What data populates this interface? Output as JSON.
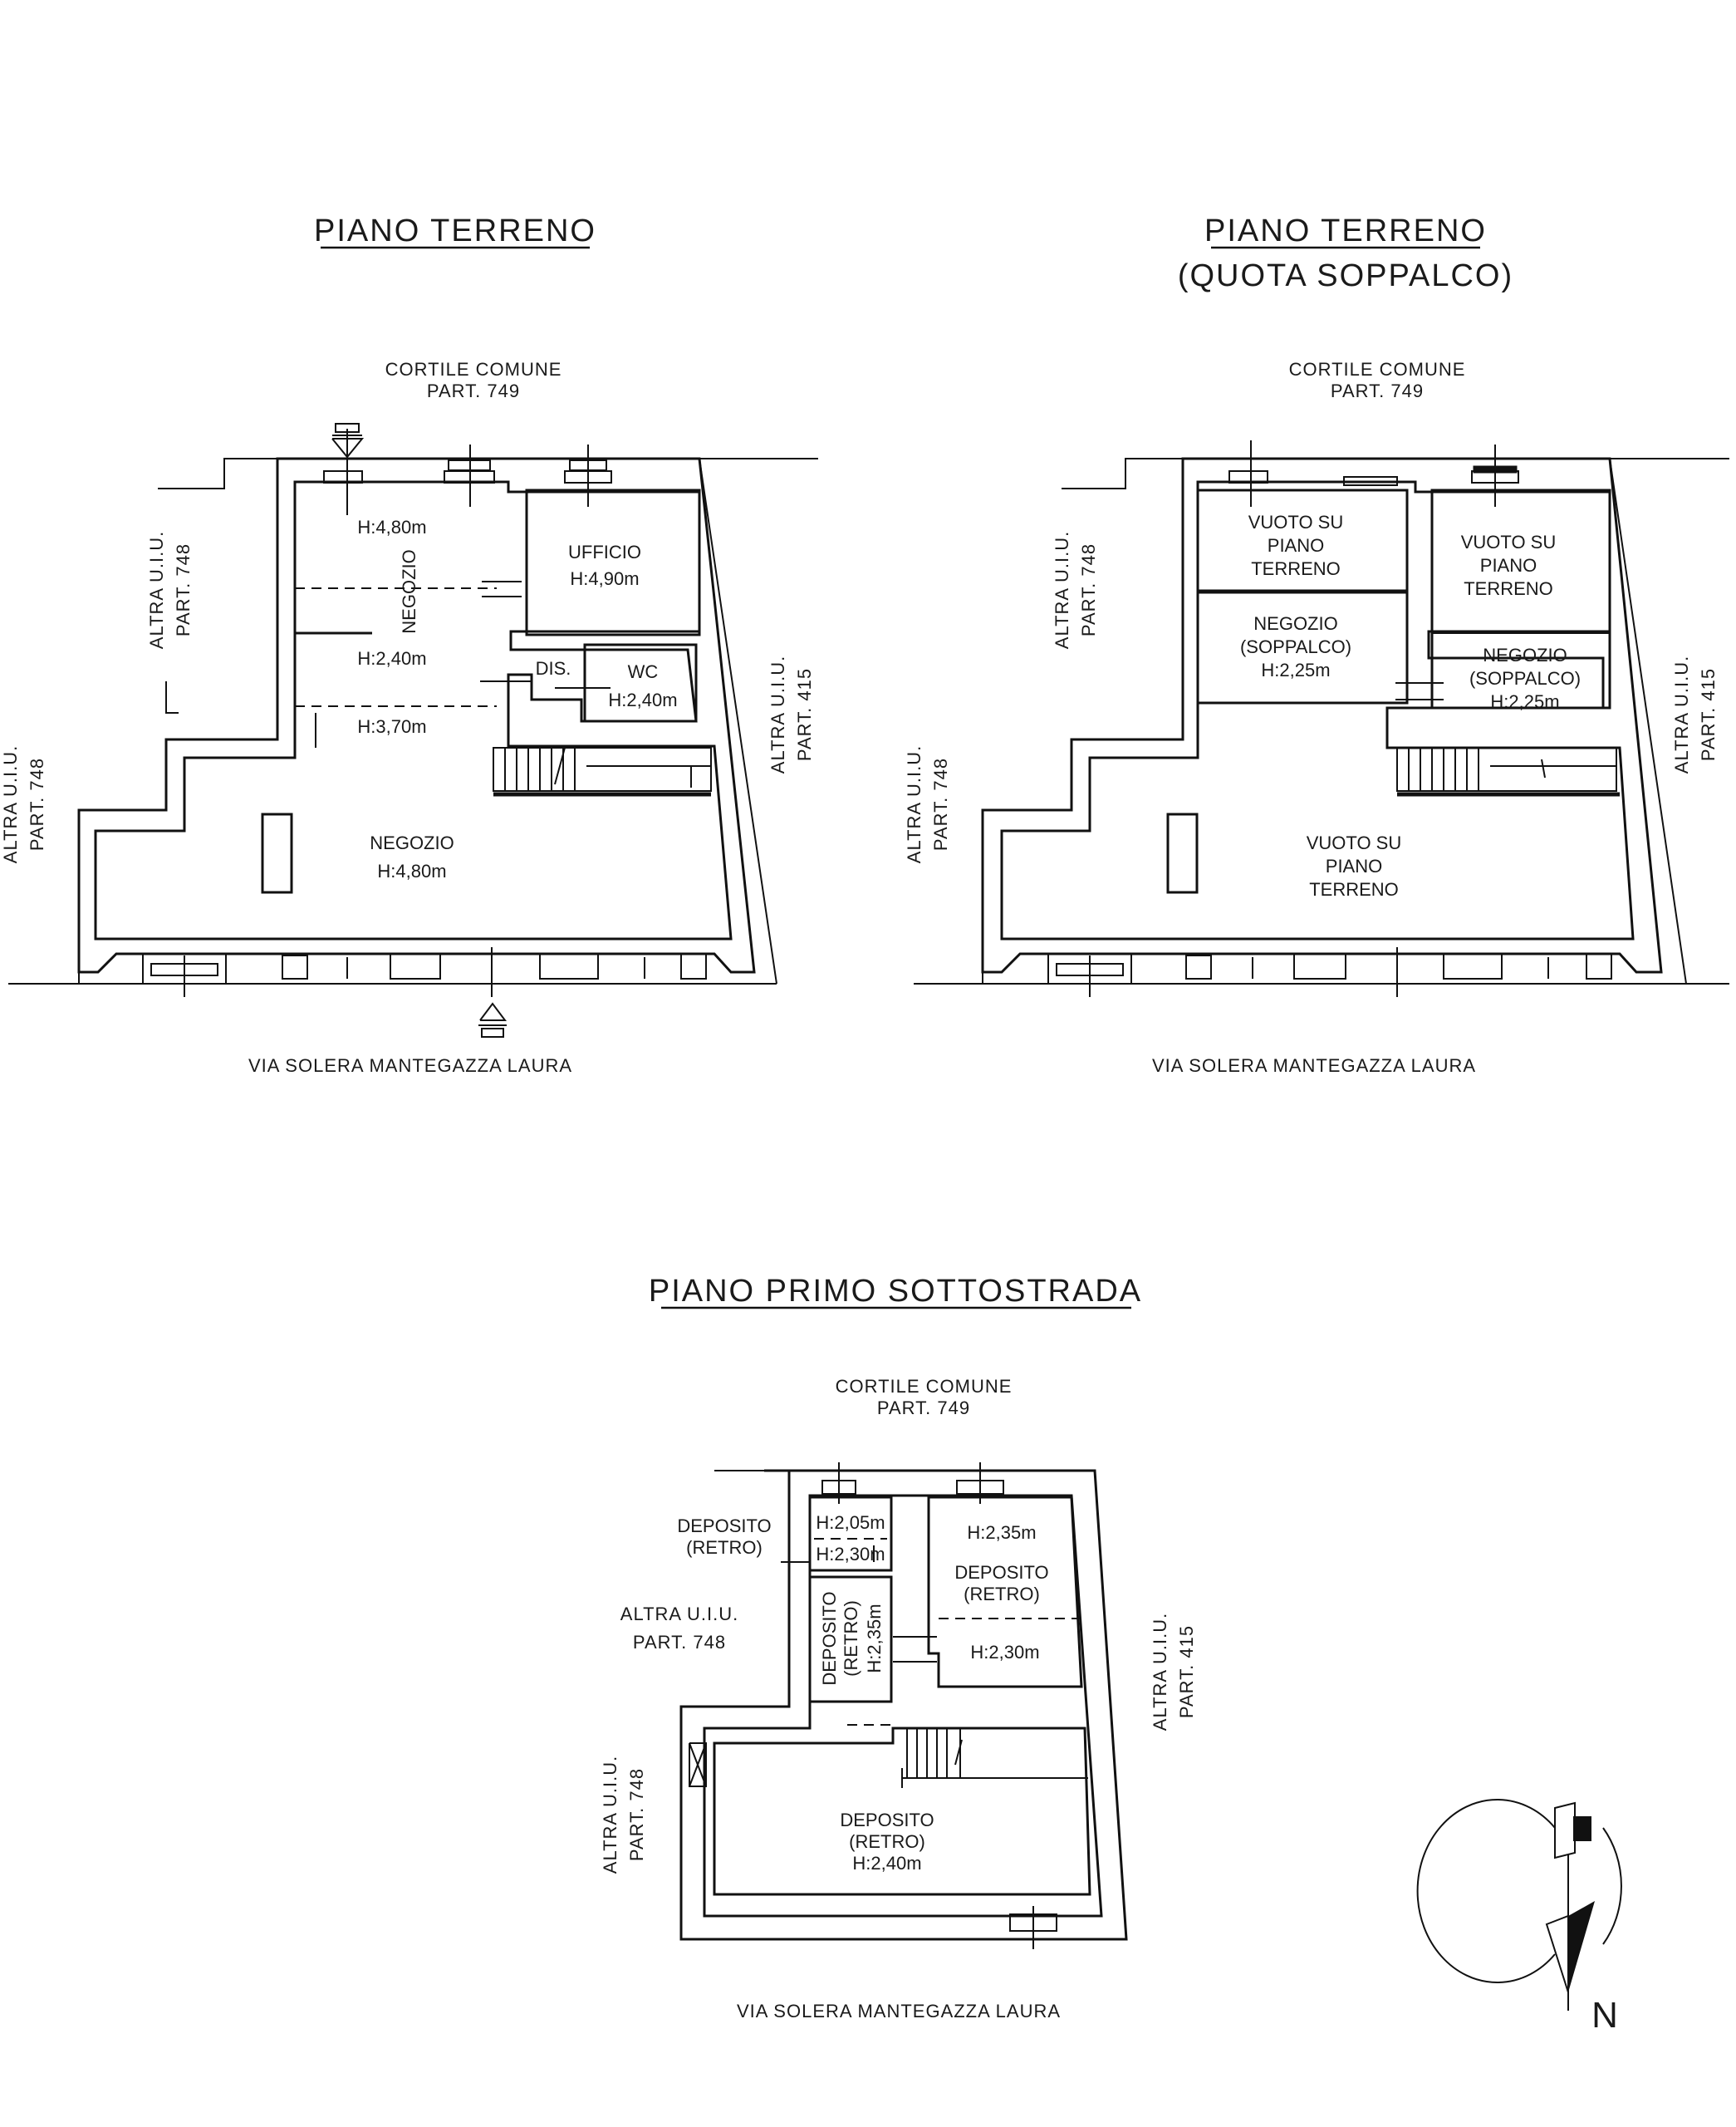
{
  "plans": {
    "ground": {
      "title": "PIANO TERRENO",
      "north_label_1": "CORTILE COMUNE",
      "north_label_2": "PART. 749",
      "south_label": "VIA SOLERA MANTEGAZZA LAURA",
      "west_upper_1": "ALTRA U.I.U.",
      "west_upper_2": "PART. 748",
      "west_lower_1": "ALTRA U.I.U.",
      "west_lower_2": "PART. 748",
      "east_1": "ALTRA U.I.U.",
      "east_2": "PART. 415",
      "rooms": {
        "h480_top": "H:4,80m",
        "negozio_vertical": "NEGOZIO",
        "ufficio": "UFFICIO",
        "ufficio_h": "H:4,90m",
        "h240": "H:2,40m",
        "dis": "DIS.",
        "wc": "WC",
        "wc_h": "H:2,40m",
        "h370": "H:3,70m",
        "negozio_main": "NEGOZIO",
        "negozio_main_h": "H:4,80m"
      }
    },
    "mezzanine": {
      "title_1": "PIANO TERRENO",
      "title_2": "(QUOTA SOPPALCO)",
      "north_label_1": "CORTILE COMUNE",
      "north_label_2": "PART. 749",
      "south_label": "VIA SOLERA MANTEGAZZA LAURA",
      "west_upper_1": "ALTRA U.I.U.",
      "west_upper_2": "PART. 748",
      "west_lower_1": "ALTRA U.I.U.",
      "west_lower_2": "PART. 748",
      "east_1": "ALTRA U.I.U.",
      "east_2": "PART. 415",
      "rooms": {
        "void_left_1": "VUOTO SU",
        "void_left_2": "PIANO",
        "void_left_3": "TERRENO",
        "void_right_1": "VUOTO SU",
        "void_right_2": "PIANO",
        "void_right_3": "TERRENO",
        "neg_left_1": "NEGOZIO",
        "neg_left_2": "(SOPPALCO)",
        "neg_left_3": "H:2,25m",
        "neg_right_1": "NEGOZIO",
        "neg_right_2": "(SOPPALCO)",
        "neg_right_3": "H:2,25m",
        "void_main_1": "VUOTO SU",
        "void_main_2": "PIANO",
        "void_main_3": "TERRENO"
      }
    },
    "basement": {
      "title": "PIANO PRIMO SOTTOSTRADA",
      "north_label_1": "CORTILE COMUNE",
      "north_label_2": "PART. 749",
      "south_label": "VIA SOLERA MANTEGAZZA LAURA",
      "west_upper_1": "ALTRA U.I.U.",
      "west_upper_2": "PART. 748",
      "west_lower_1": "ALTRA U.I.U.",
      "west_lower_2": "PART. 748",
      "east_1": "ALTRA U.I.U.",
      "east_2": "PART. 415",
      "rooms": {
        "dep_callout_1": "DEPOSITO",
        "dep_callout_2": "(RETRO)",
        "h205": "H:2,05m",
        "h230_small": "H:2,30m",
        "corr_1": "DEPOSITO",
        "corr_2": "(RETRO)",
        "corr_3": "H:2,35m",
        "h235": "H:2,35m",
        "dep_right_1": "DEPOSITO",
        "dep_right_2": "(RETRO)",
        "h230_right": "H:2,30m",
        "dep_main_1": "DEPOSITO",
        "dep_main_2": "(RETRO)",
        "dep_main_3": "H:2,40m"
      }
    }
  },
  "north_arrow": {
    "letter": "N"
  }
}
